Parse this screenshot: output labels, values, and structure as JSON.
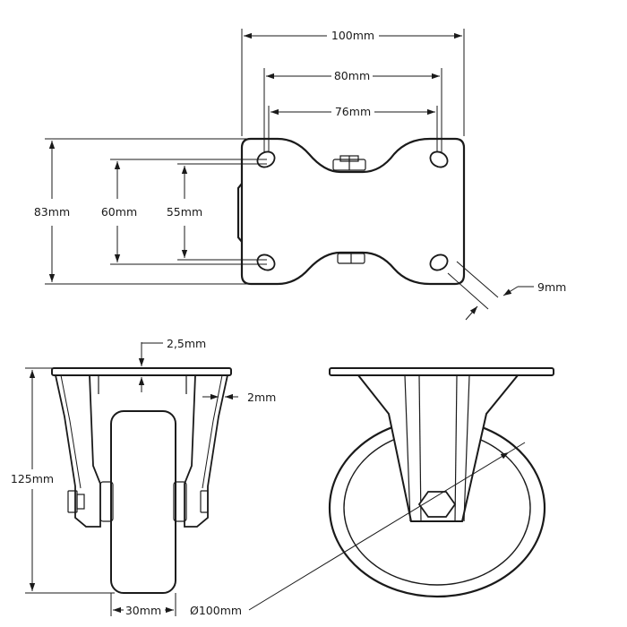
{
  "labels": {
    "width_100": "100mm",
    "width_80": "80mm",
    "width_76": "76mm",
    "height_83": "83mm",
    "height_60": "60mm",
    "height_55": "55mm",
    "hole_9": "9mm",
    "plate_2_5": "2,5mm",
    "gap_2": "2mm",
    "height_125": "125mm",
    "wheel_width_30": "30mm",
    "diameter_100": "Ø100mm"
  },
  "colors": {
    "line": "#1a1a1a",
    "fill": "#ffffff",
    "plate_shade": "#f2f2f2"
  }
}
